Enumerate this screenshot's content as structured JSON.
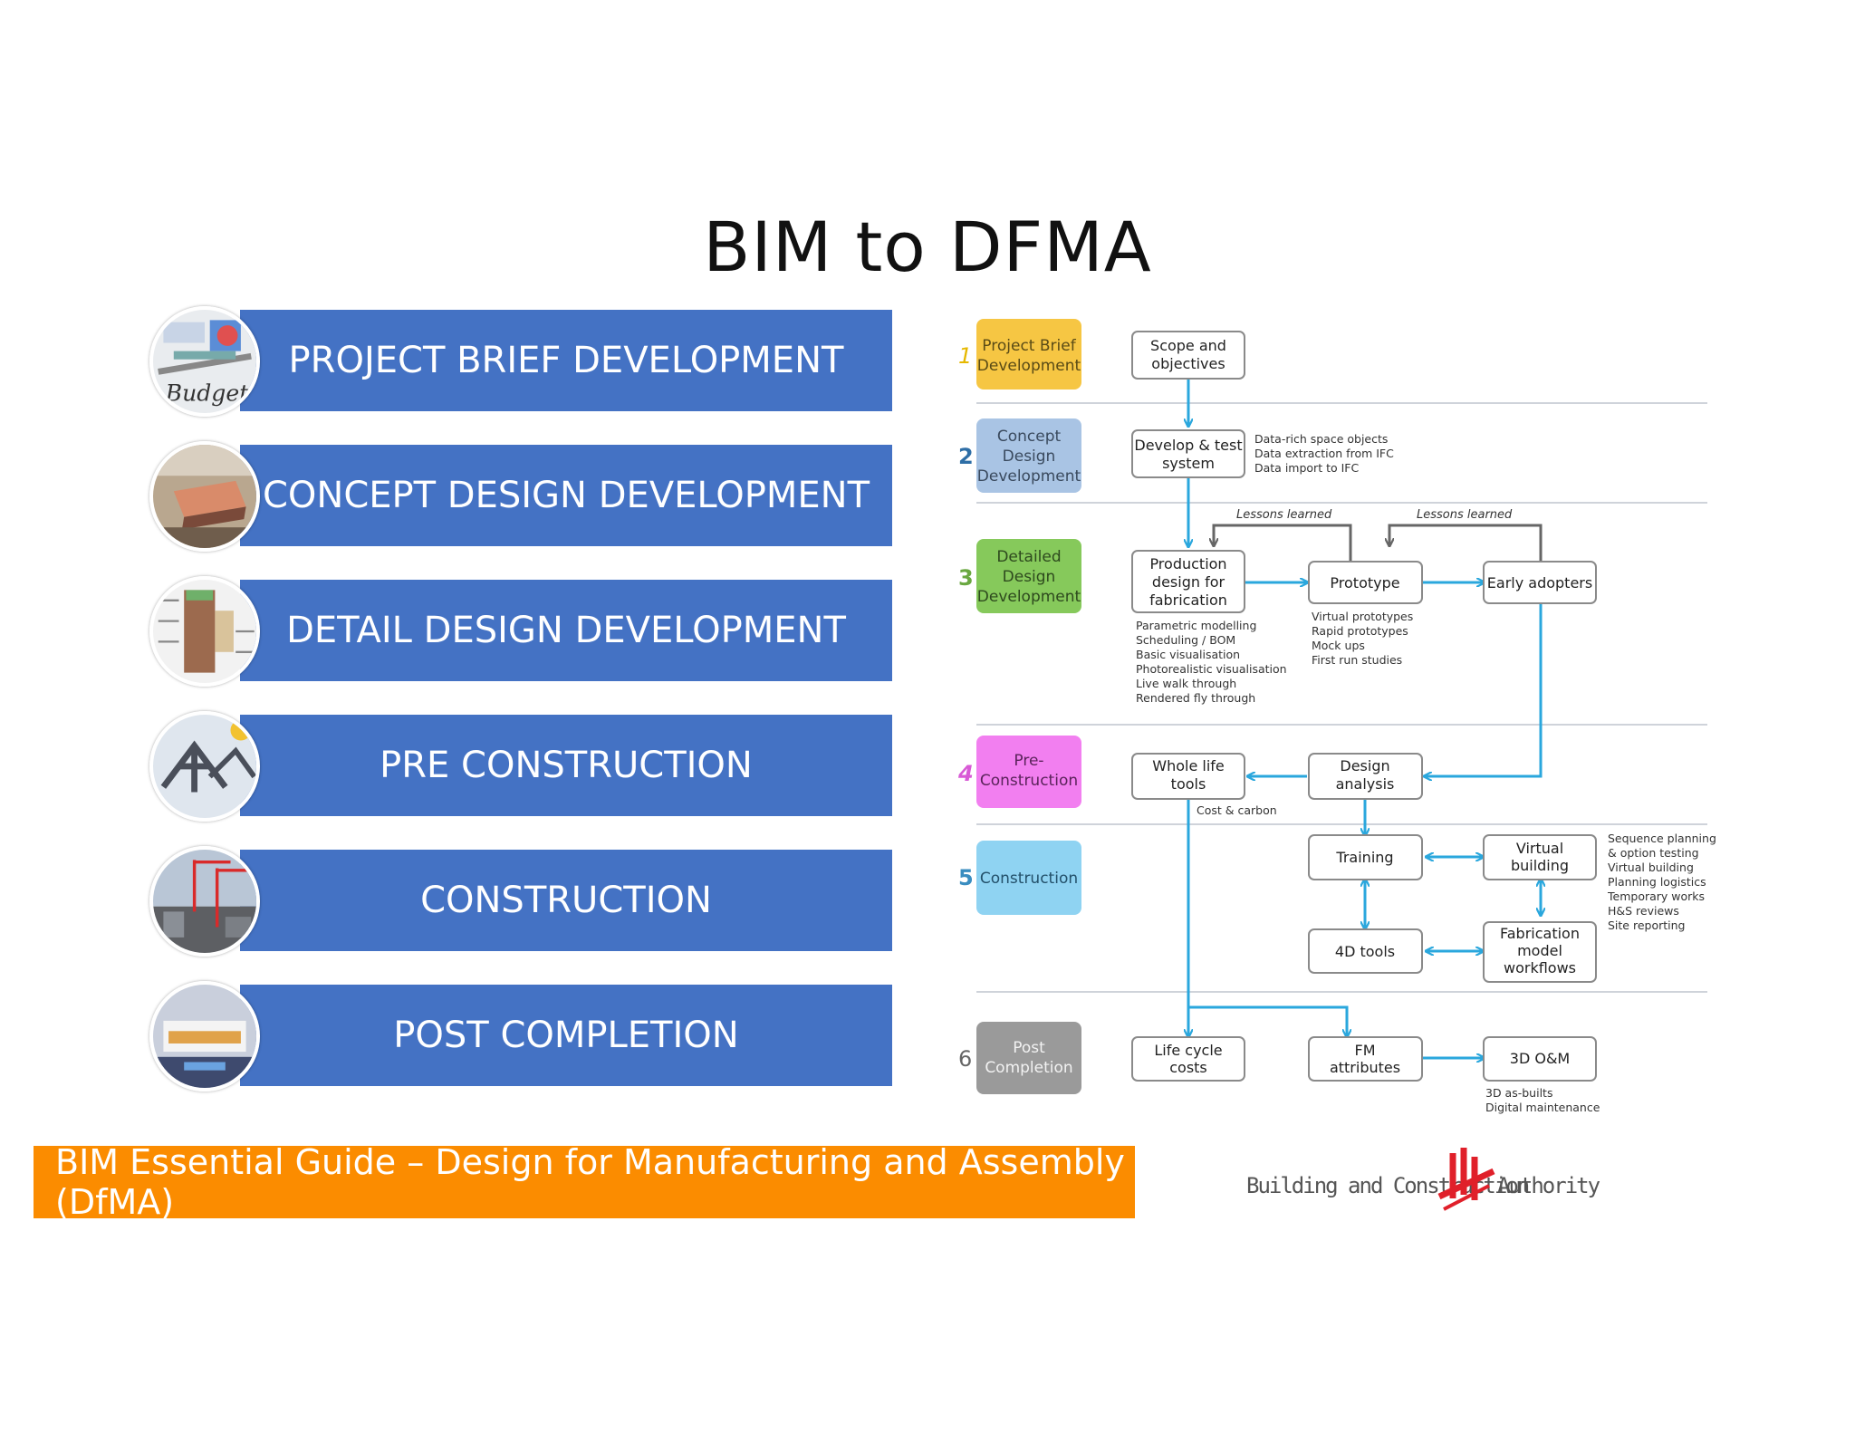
{
  "title": "BIM to DFMA",
  "stages": [
    {
      "label": "PROJECT BRIEF DEVELOPMENT"
    },
    {
      "label": "CONCEPT DESIGN DEVELOPMENT"
    },
    {
      "label": "DETAIL DESIGN DEVELOPMENT"
    },
    {
      "label": "PRE CONSTRUCTION"
    },
    {
      "label": "CONSTRUCTION"
    },
    {
      "label": "POST COMPLETION"
    }
  ],
  "stage_image_text": "Budget",
  "diagram": {
    "phases": [
      {
        "num": "1",
        "name_lines": [
          "Project Brief",
          "Development"
        ],
        "color": "#f6c643",
        "num_color": "#e6b800"
      },
      {
        "num": "2",
        "name_lines": [
          "Concept",
          "Design",
          "Development"
        ],
        "color": "#a9c4e4",
        "num_color": "#2e6ea6"
      },
      {
        "num": "3",
        "name_lines": [
          "Detailed",
          "Design",
          "Development"
        ],
        "color": "#86c95b",
        "num_color": "#6aa841"
      },
      {
        "num": "4",
        "name_lines": [
          "Pre-",
          "Construction"
        ],
        "color": "#f27ff0",
        "num_color": "#d85ad6"
      },
      {
        "num": "5",
        "name_lines": [
          "Construction"
        ],
        "color": "#8fd3f2",
        "num_color": "#3a8dc0"
      },
      {
        "num": "6",
        "name_lines": [
          "Post",
          "Completion"
        ],
        "color": "#9a9a9a",
        "num_color": "#666666"
      }
    ],
    "boxes": {
      "scope": [
        "Scope and",
        "objectives"
      ],
      "develop": [
        "Develop & test",
        "system"
      ],
      "production": [
        "Production",
        "design for",
        "fabrication"
      ],
      "prototype": [
        "Prototype"
      ],
      "early": [
        "Early adopters"
      ],
      "wholelife": [
        "Whole life",
        "tools"
      ],
      "design_analysis": [
        "Design",
        "analysis"
      ],
      "training": [
        "Training"
      ],
      "virtual": [
        "Virtual",
        "building"
      ],
      "tools4d": [
        "4D tools"
      ],
      "fabrication": [
        "Fabrication",
        "model",
        "workflows"
      ],
      "lifecycle": [
        "Life cycle",
        "costs"
      ],
      "fm": [
        "FM",
        "attributes"
      ],
      "om": [
        "3D O&M"
      ]
    },
    "notes": {
      "develop": [
        "Data-rich space objects",
        "Data extraction from IFC",
        "Data import to IFC"
      ],
      "lessons1": "Lessons learned",
      "lessons2": "Lessons learned",
      "production": [
        "Parametric modelling",
        "Scheduling / BOM",
        "Basic visualisation",
        "Photorealistic visualisation",
        "Live walk through",
        "Rendered fly through"
      ],
      "prototype": [
        "Virtual prototypes",
        "Rapid prototypes",
        "Mock ups",
        "First run studies"
      ],
      "cost": "Cost & carbon",
      "virtual": [
        "Sequence planning",
        "& option testing",
        "Virtual building",
        "Planning logistics",
        "Temporary works",
        "H&S reviews",
        "Site reporting"
      ],
      "om": [
        "3D as-builts",
        "Digital maintenance"
      ]
    }
  },
  "banner": "BIM Essential Guide – Design for Manufacturing and Assembly (DfMA)",
  "logo": {
    "left": "Building and Construction",
    "right": "Authority",
    "color": "#e0202a"
  }
}
